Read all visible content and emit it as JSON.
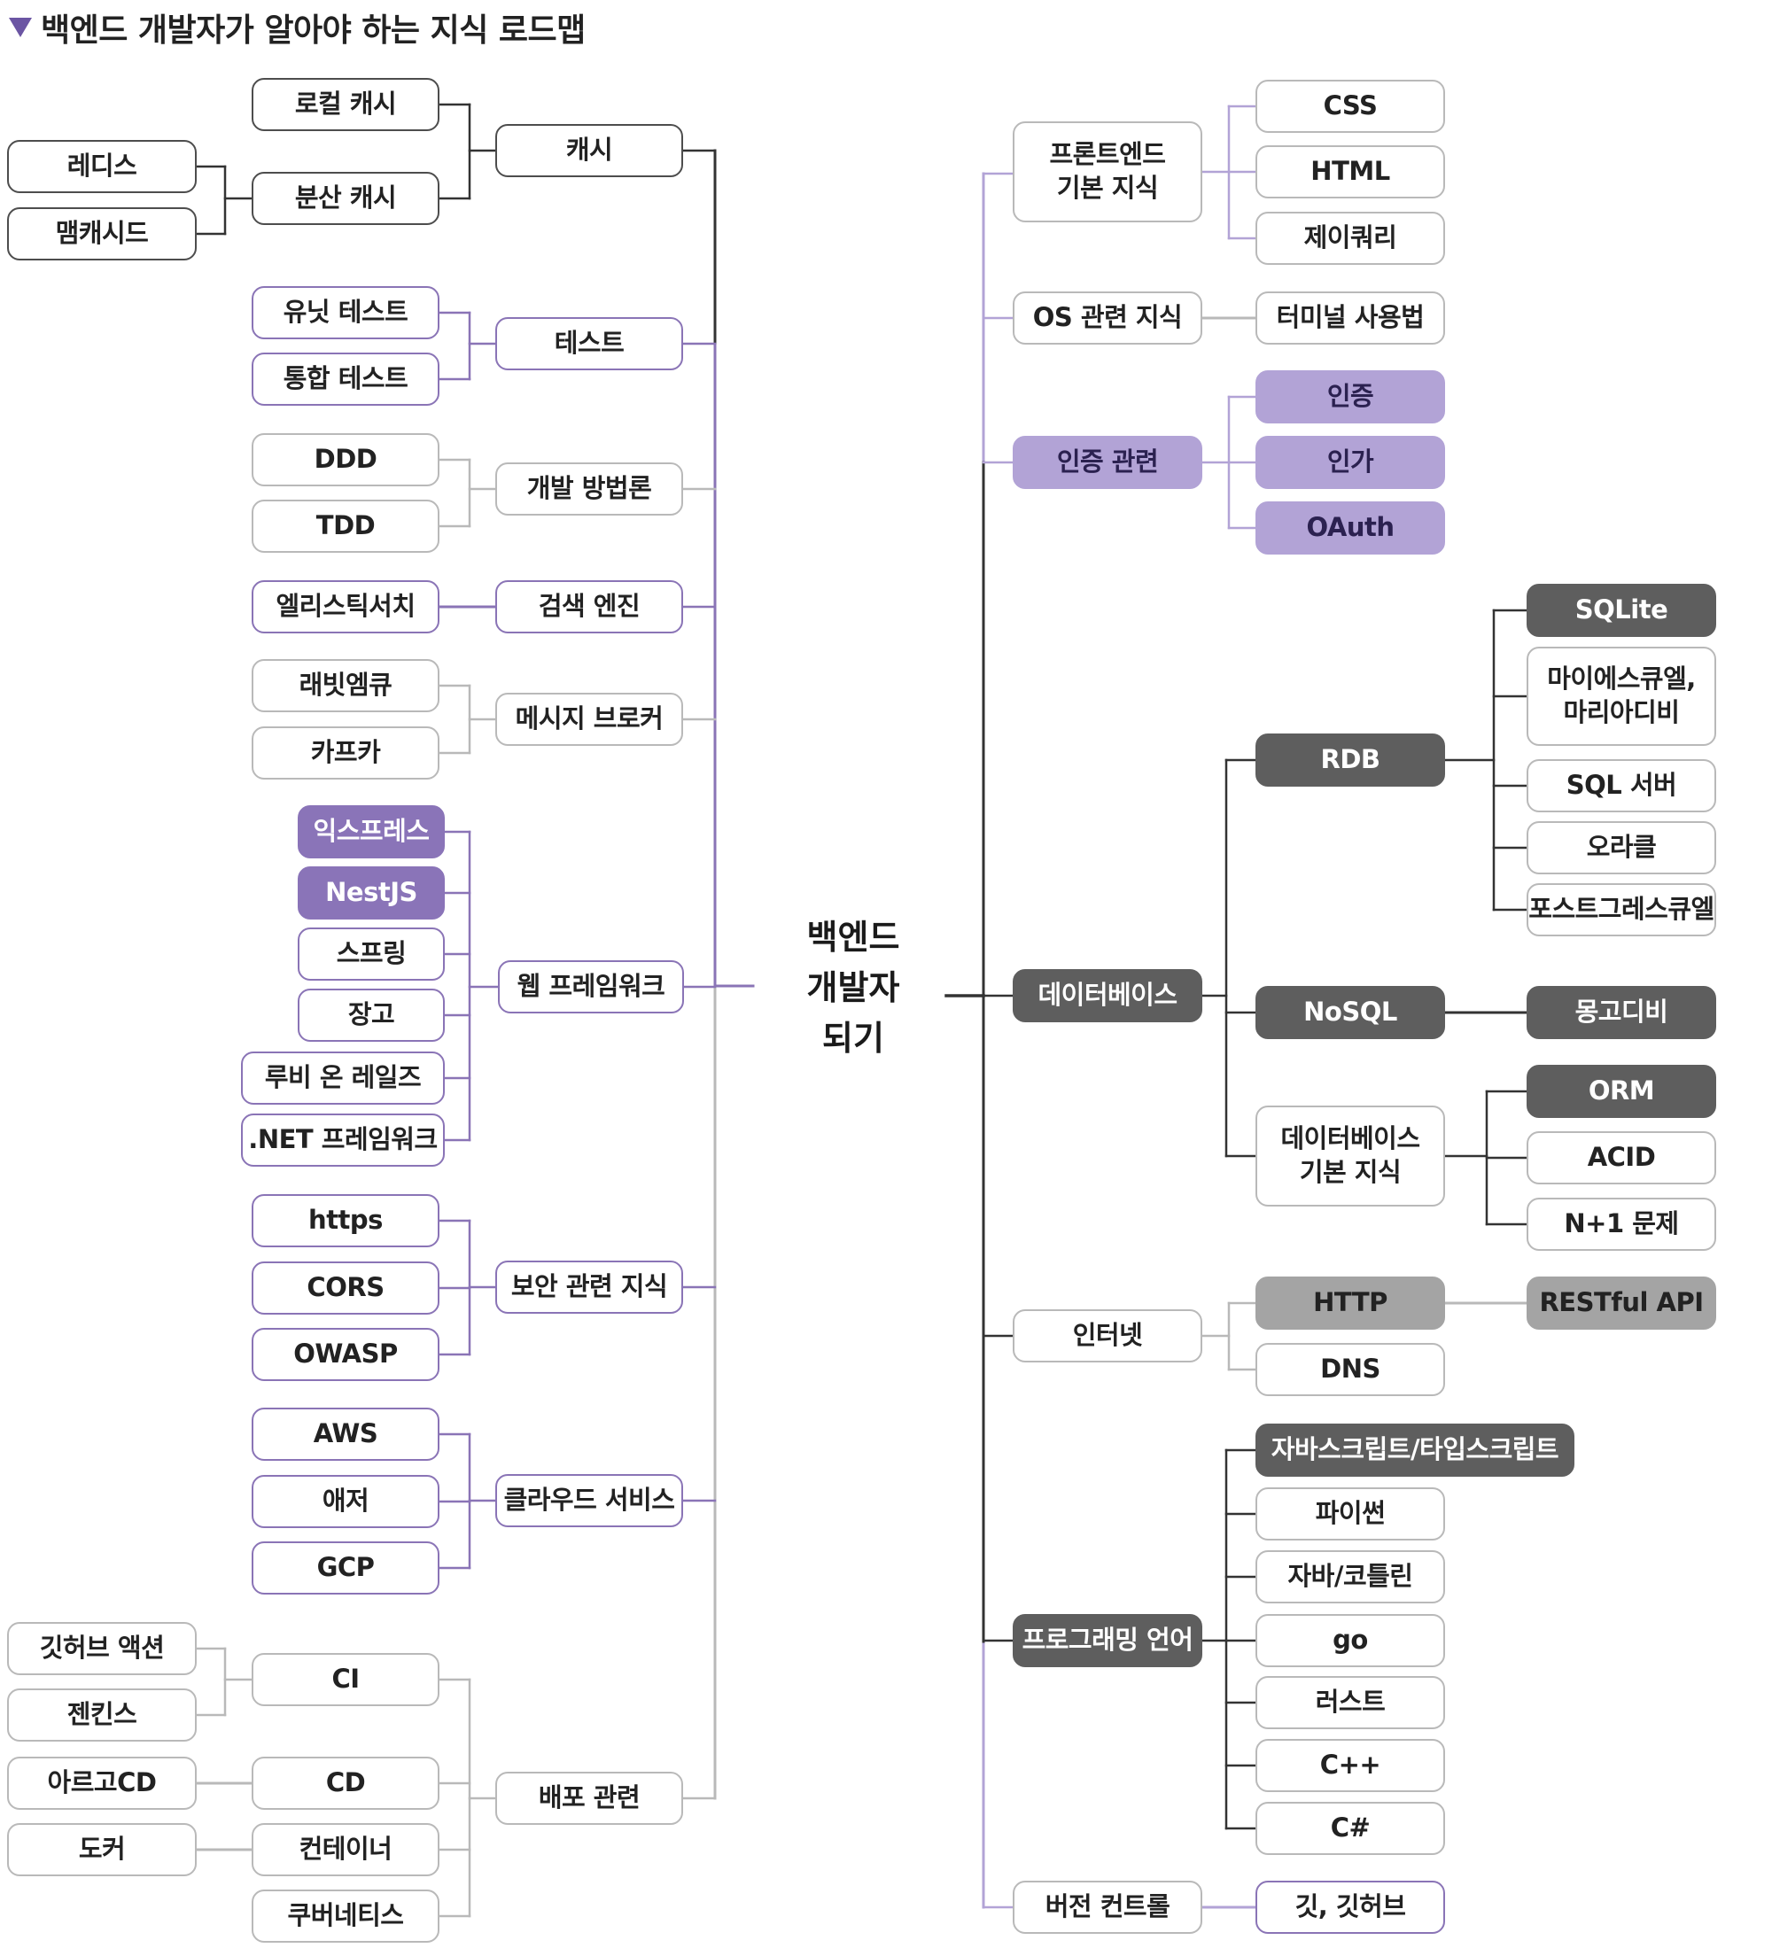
{
  "title": "백엔드 개발자가 알아야 하는 지식 로드맵",
  "root": "백엔드\n개발자\n되기",
  "left_groups": [
    {
      "label": "캐시",
      "children": [
        "로컬 캐시",
        "분산 캐시"
      ],
      "grandchildren": [
        "레디스",
        "맴캐시드"
      ]
    },
    {
      "label": "테스트",
      "children": [
        "유닛 테스트",
        "통합 테스트"
      ]
    },
    {
      "label": "개발 방법론",
      "children": [
        "DDD",
        "TDD"
      ]
    },
    {
      "label": "검색 엔진",
      "children": [
        "엘리스틱서치"
      ]
    },
    {
      "label": "메시지 브로커",
      "children": [
        "래빗엠큐",
        "카프카"
      ]
    },
    {
      "label": "웹 프레임워크",
      "children": [
        "익스프레스",
        "NestJS",
        "스프링",
        "장고",
        "루비 온 레일즈",
        ".NET 프레임워크"
      ]
    },
    {
      "label": "보안 관련 지식",
      "children": [
        "https",
        "CORS",
        "OWASP"
      ]
    },
    {
      "label": "클라우드 서비스",
      "children": [
        "AWS",
        "애저",
        "GCP"
      ]
    },
    {
      "label": "배포 관련",
      "children": [
        "CI",
        "CD",
        "컨테이너",
        "쿠버네티스"
      ],
      "grandchildren": [
        "깃허브 액션",
        "젠킨스",
        "아르고CD",
        "도커"
      ]
    }
  ],
  "right_groups": [
    {
      "label": "프론트엔드\n기본 지식",
      "children": [
        "CSS",
        "HTML",
        "제이쿼리"
      ]
    },
    {
      "label": "OS 관련 지식",
      "children": [
        "터미널 사용법"
      ]
    },
    {
      "label": "인증 관련",
      "children": [
        "인증",
        "인가",
        "OAuth"
      ]
    },
    {
      "label": "데이터베이스",
      "children": [
        "RDB",
        "NoSQL",
        "데이터베이스\n기본 지식"
      ],
      "rdb": [
        "SQLite",
        "마이에스큐엘,\n마리아디비",
        "SQL 서버",
        "오라클",
        "포스트그레스큐엘"
      ],
      "nosql": [
        "몽고디비"
      ],
      "basics": [
        "ORM",
        "ACID",
        "N+1 문제"
      ]
    },
    {
      "label": "인터넷",
      "children": [
        "HTTP",
        "DNS"
      ],
      "http": [
        "RESTful API"
      ]
    },
    {
      "label": "프로그래밍 언어",
      "children": [
        "자바스크립트/타입스크립트",
        "파이썬",
        "자바/코틀린",
        "go",
        "러스트",
        "C++",
        "C#"
      ]
    },
    {
      "label": "버전 컨트롤",
      "children": [
        "깃, 깃허브"
      ]
    }
  ],
  "colors": {
    "purple": "#8a74b6",
    "light_purple": "#b2a3d6",
    "dark_gray": "#5e5e5e",
    "mid_gray": "#a4a4a4",
    "line_gray": "#b9b9b9",
    "line_dark": "#333333"
  }
}
